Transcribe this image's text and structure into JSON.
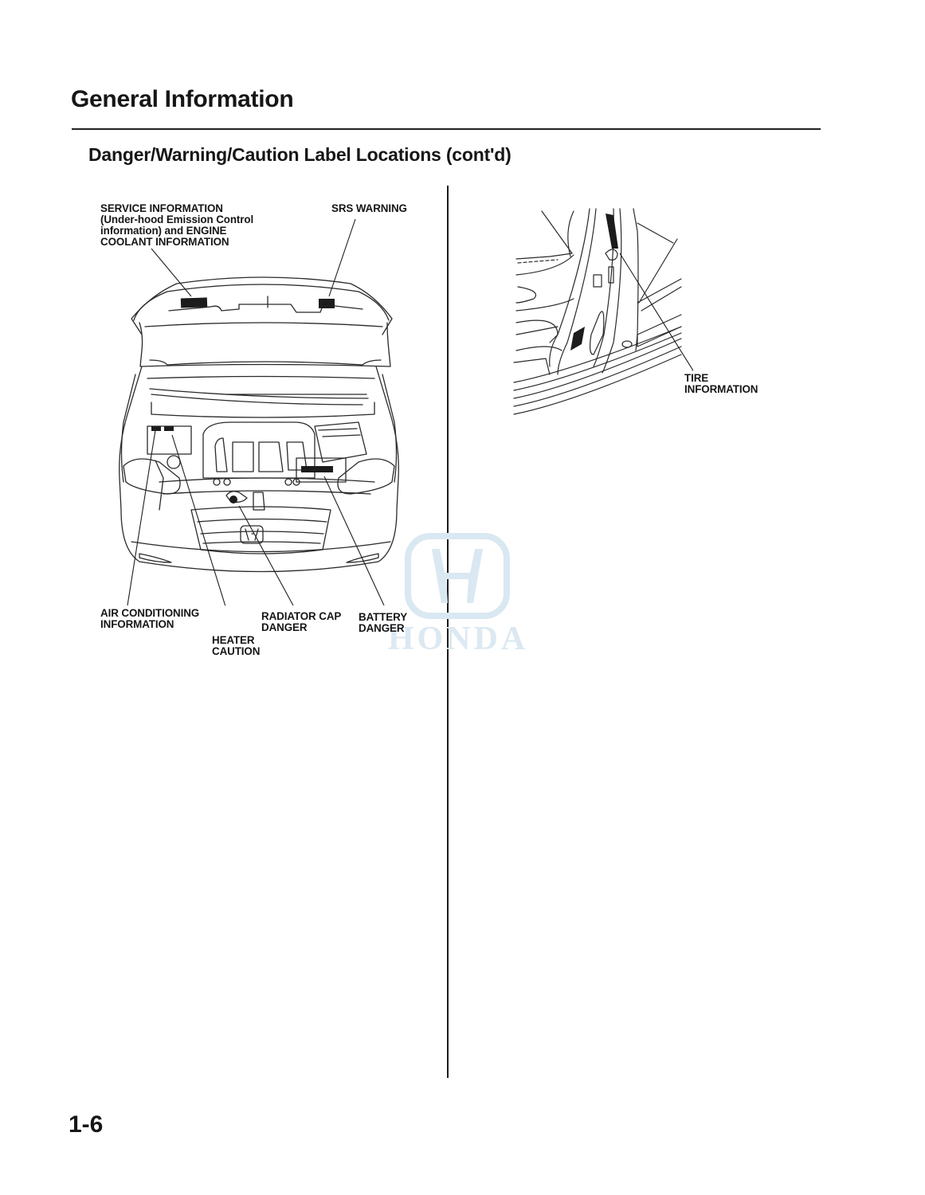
{
  "header": {
    "title": "General Information",
    "section_title": "Danger/Warning/Caution Label Locations (cont'd)"
  },
  "left_figure": {
    "description": "Front view of vehicle with hood open showing engine compartment label locations",
    "callouts": [
      {
        "id": "service-information",
        "text": "SERVICE INFORMATION\n(Under-hood Emission Control\ninformation) and ENGINE\nCOOLANT INFORMATION"
      },
      {
        "id": "srs-warning",
        "text": "SRS WARNING"
      },
      {
        "id": "air-conditioning-information",
        "text": "AIR CONDITIONING\nINFORMATION"
      },
      {
        "id": "radiator-cap-danger",
        "text": "RADIATOR CAP\nDANGER"
      },
      {
        "id": "battery-danger",
        "text": "BATTERY\nDANGER"
      },
      {
        "id": "heater-caution",
        "text": "HEATER\nCAUTION"
      }
    ]
  },
  "right_figure": {
    "description": "Driver's door jamb (B-pillar) showing tire information label location",
    "callouts": [
      {
        "id": "tire-information",
        "text": "TIRE\nINFORMATION"
      }
    ]
  },
  "watermark": {
    "text": "HONDA",
    "color": "#d6e6f0"
  },
  "footer": {
    "page_number": "1-6"
  }
}
